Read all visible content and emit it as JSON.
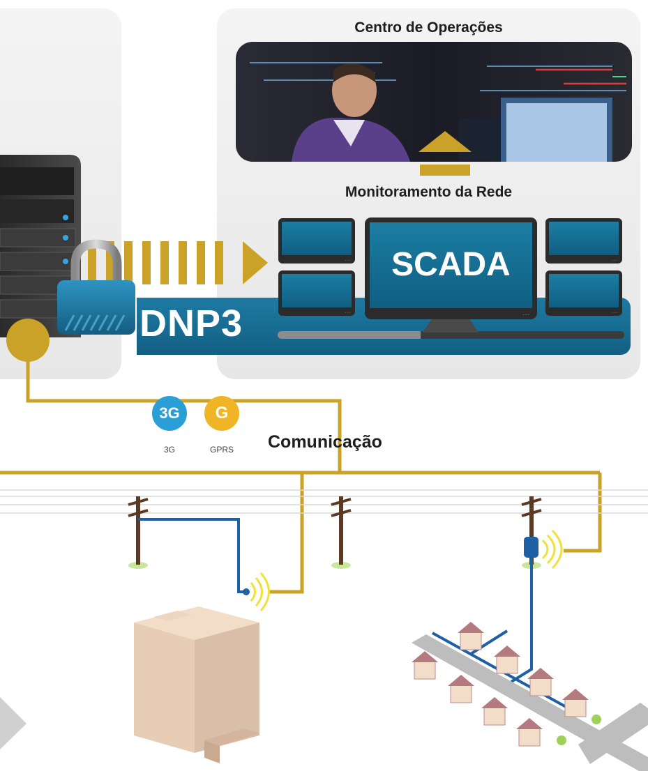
{
  "center": {
    "title": "Centro de Operações"
  },
  "monitoring": {
    "title": "Monitoramento da Rede"
  },
  "scada": {
    "label": "SCADA"
  },
  "protocol": {
    "label": "DNP3"
  },
  "communication": {
    "title": "Comunicação",
    "networks": [
      {
        "icon_text": "3G",
        "label": "3G",
        "color": "#2a9fd6",
        "icon": "3g-icon"
      },
      {
        "icon_text": "G",
        "label": "GPRS",
        "color": "#f0b427",
        "icon": "gprs-icon"
      }
    ]
  },
  "colors": {
    "gold": "#c9a227",
    "blue_line": "#1f5fa3",
    "teal_band": "#1a6c93",
    "screen": "#1a78a0"
  }
}
